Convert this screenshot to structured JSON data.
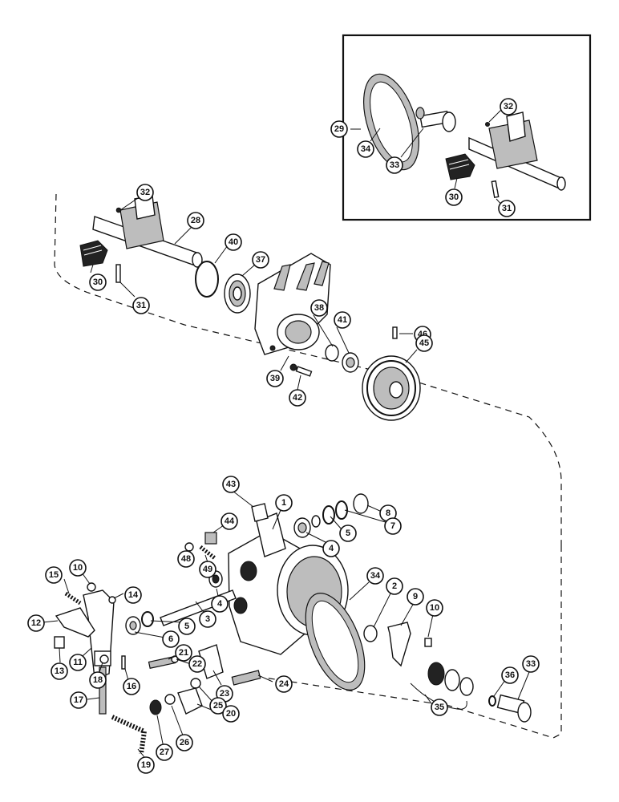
{
  "callouts": {
    "inset_box": [
      "29",
      "34",
      "33",
      "32",
      "30",
      "31"
    ],
    "upper_assembly": [
      "32",
      "28",
      "40",
      "37",
      "30",
      "31",
      "38",
      "41",
      "46",
      "39",
      "42",
      "45"
    ],
    "lower_assembly": [
      "43",
      "1",
      "8",
      "7",
      "5",
      "4",
      "44",
      "48",
      "49",
      "10",
      "15",
      "14",
      "12",
      "11",
      "13",
      "18",
      "16",
      "17",
      "19",
      "3",
      "5",
      "6",
      "4",
      "21",
      "22",
      "23",
      "24",
      "25",
      "20",
      "26",
      "27",
      "34",
      "2",
      "9",
      "10",
      "35",
      "36",
      "33"
    ]
  }
}
